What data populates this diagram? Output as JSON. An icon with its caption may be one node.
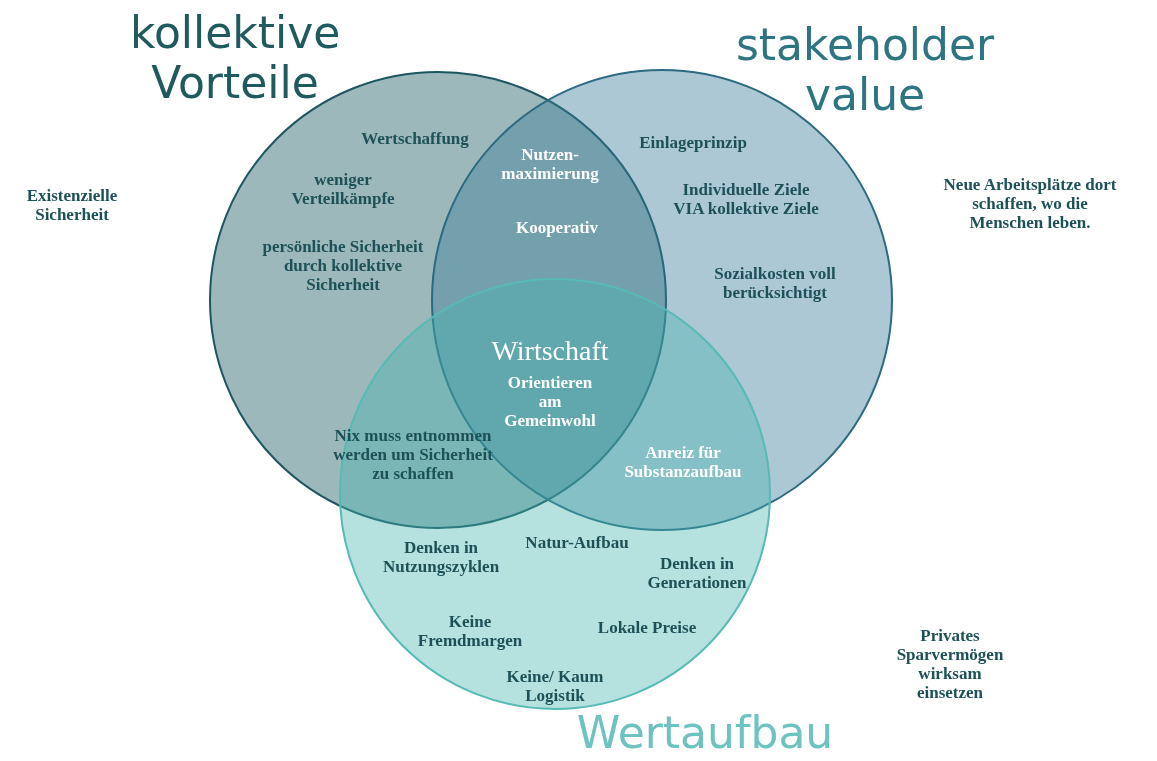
{
  "diagram": {
    "nodes": [
      {
        "text": [
          "kollektive Vorteile"
        ]
      },
      {
        "text": [
          "stakeholder value"
        ]
      },
      {
        "text": [
          "Wertaufbau"
        ]
      }
    ],
    "labels": [
      "Existenzielle Sicherheit",
      "Wertschaffung",
      "Nutzen- maximierung",
      "Einlageprinzip",
      "Neue Arbeitsplätze dort schaffen, wo die Menschen leben.",
      "weniger Verteilkämpfe",
      "Individuelle Ziele VIA kollektive Ziele",
      "Kooperativ",
      "persönliche Sicherheit durch kollektive Sicherheit",
      "Sozialkosten voll berücksichtigt",
      "Wirtschaft",
      "Orientieren am Gemeinwohl",
      "Nix muss entnommen werden um Sicherheit zu schaffen",
      "Anreiz für Substanzaufbau",
      "Natur-Aufbau",
      "Denken in Nutzungszyklen",
      "Denken in Generationen",
      "Keine Fremdmargen",
      "Lokale Preise",
      "Privates Sparvermögen wirksam einsetzen",
      "Keine/ Kaum Logistik"
    ]
  }
}
